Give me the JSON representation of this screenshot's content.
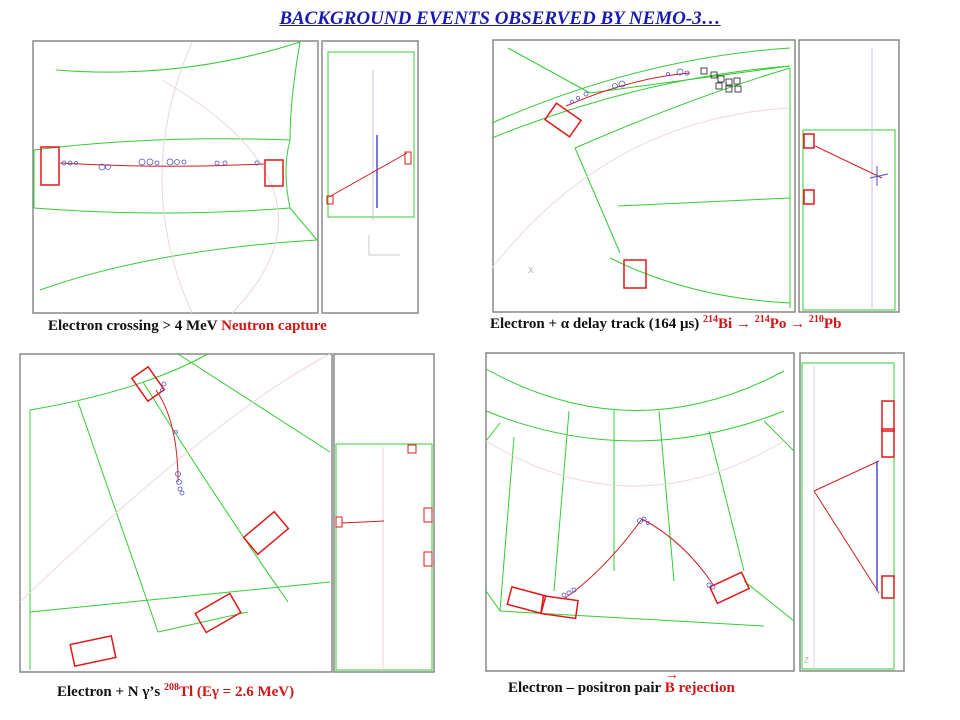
{
  "title": "BACKGROUND EVENTS OBSERVED BY NEMO-3…",
  "panels": [
    {
      "caption_main": "Electron crossing > 4 MeV",
      "caption_tag": "Neutron capture"
    },
    {
      "caption_main": "Electron + α delay track (164 μs)",
      "caption_tag_parts": [
        "214",
        "Bi → ",
        "214",
        "Po → ",
        "210",
        "Pb"
      ]
    },
    {
      "caption_main": "Electron + N γ’s",
      "caption_tag_parts": [
        "208",
        "Tl (Eγ = 2.6 MeV)"
      ]
    },
    {
      "caption_main": "Electron – positron pair",
      "caption_tag": "B rejection",
      "caption_tag_arrow": "→"
    }
  ],
  "axis_labels": {
    "x": "X",
    "z": "Z"
  },
  "colors": {
    "title": "#1a1ab0",
    "calorimeter": "#e01818",
    "sector_lines": "#33cc33",
    "track": "#d02020",
    "hits": "#3333cc"
  }
}
